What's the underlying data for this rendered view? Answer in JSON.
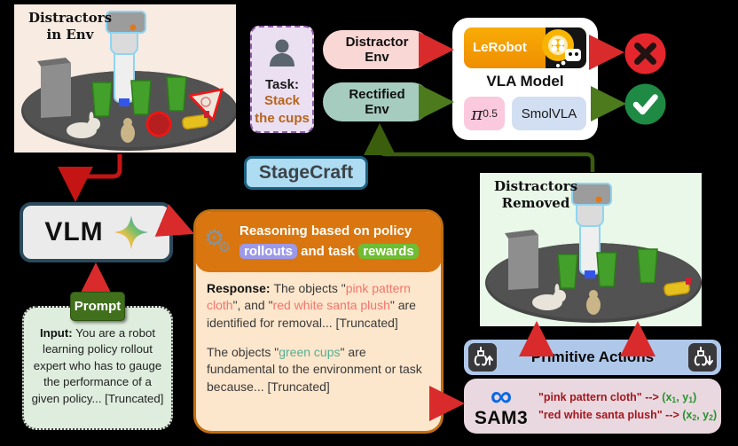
{
  "left_image": {
    "title_line1": "Distractors",
    "title_line2": "in Env"
  },
  "right_image": {
    "title_line1": "Distractors",
    "title_line2": "Removed"
  },
  "task_box": {
    "label": "Task:",
    "task_line1": "Stack",
    "task_line2": "the cups"
  },
  "env_pills": {
    "distractor_line1": "Distractor",
    "distractor_line2": "Env",
    "rectified_line1": "Rectified",
    "rectified_line2": "Env"
  },
  "vla_card": {
    "logo_text": "LeRobot",
    "title": "VLA Model",
    "pi_base": "π",
    "pi_sub": "0.5",
    "smolvla": "SmolVLA"
  },
  "stagecraft": {
    "label": "StageCraft"
  },
  "vlm": {
    "label": "VLM"
  },
  "prompt": {
    "label": "Prompt"
  },
  "input_box": {
    "segments": [
      {
        "t": "Input: ",
        "c": "b"
      },
      {
        "t": "You are a robot learning policy rollout expert who has to gauge the performance of a given policy... [Truncated]"
      }
    ]
  },
  "reasoning": {
    "header_segments": [
      {
        "t": "Reasoning based on policy "
      },
      {
        "t": "rollouts",
        "c": "hl-rollouts"
      },
      {
        "t": " and task "
      },
      {
        "t": "rewards",
        "c": "hl-rewards"
      }
    ],
    "response_p1_segments": [
      {
        "t": "Response: ",
        "c": "b"
      },
      {
        "t": "The objects \""
      },
      {
        "t": "pink pattern cloth",
        "c": "c-salmon"
      },
      {
        "t": "\", and \""
      },
      {
        "t": "red white santa plush",
        "c": "c-salmon"
      },
      {
        "t": "\" are identified for removal... [Truncated]"
      }
    ],
    "response_p2_segments": [
      {
        "t": "The objects \""
      },
      {
        "t": "green cups",
        "c": "c-teal"
      },
      {
        "t": "\" are fundamental to the environment or task because... [Truncated]"
      }
    ]
  },
  "primitive_actions": {
    "label": "Primitive Actions"
  },
  "sam3": {
    "logo_glyph": "∞",
    "name": "SAM3",
    "line1_segments": [
      {
        "t": "\"pink pattern cloth\" --> ",
        "c": "c-darkred"
      },
      {
        "t": "(x",
        "c": "c-green"
      },
      {
        "t": "1",
        "c": "c-green sub"
      },
      {
        "t": ", y",
        "c": "c-green"
      },
      {
        "t": "1",
        "c": "c-green sub"
      },
      {
        "t": ")",
        "c": "c-green"
      }
    ],
    "line2_segments": [
      {
        "t": "\"red white santa plush\" --> ",
        "c": "c-darkred"
      },
      {
        "t": "(x",
        "c": "c-green"
      },
      {
        "t": "2",
        "c": "c-green sub"
      },
      {
        "t": ", y",
        "c": "c-green"
      },
      {
        "t": "2",
        "c": "c-green sub"
      },
      {
        "t": ")",
        "c": "c-green"
      }
    ]
  },
  "icons": {
    "gear_big": "⚙",
    "gear_small": "⚙",
    "colors": {
      "red_arrow": "#D92B2B",
      "dark_green_arrow": "#3B5E0C",
      "green_arrow": "#4C7A1C",
      "fail_red": "#E5262C",
      "success_green": "#1E8A44"
    }
  }
}
